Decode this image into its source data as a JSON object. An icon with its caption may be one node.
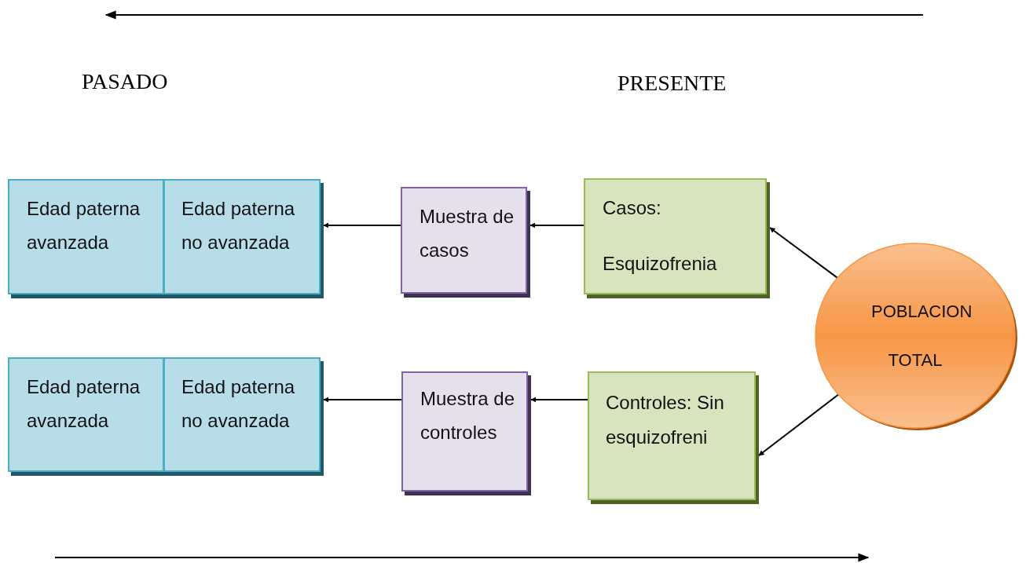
{
  "diagram": {
    "nodes": [
      {
        "text": [
          "Edad paterna avanzada"
        ]
      },
      {
        "text": [
          "Edad paterna no avanzada"
        ]
      },
      {
        "text": [
          "Muestra de casos"
        ]
      },
      {
        "text": [
          "Casos:",
          "Esquizofrenia"
        ]
      },
      {
        "text": [
          "Edad paterna avanzada"
        ]
      },
      {
        "text": [
          "Edad paterna no avanzada"
        ]
      },
      {
        "text": [
          "Muestra de controles"
        ]
      },
      {
        "text": [
          "Controles: Sin esquizofreni"
        ]
      },
      {
        "text": [
          "POBLACION TOTAL"
        ]
      }
    ],
    "edges": [
      {
        "from": 2,
        "to": 1,
        "arrow": "to"
      },
      {
        "from": 3,
        "to": 2,
        "arrow": "to"
      },
      {
        "from": 8,
        "to": 3,
        "arrow": "to"
      },
      {
        "from": 6,
        "to": 5,
        "arrow": "to"
      },
      {
        "from": 7,
        "to": 6,
        "arrow": "to"
      },
      {
        "from": 8,
        "to": 7,
        "arrow": "to"
      }
    ],
    "labels": [
      "PASADO",
      "PRESENTE"
    ]
  }
}
